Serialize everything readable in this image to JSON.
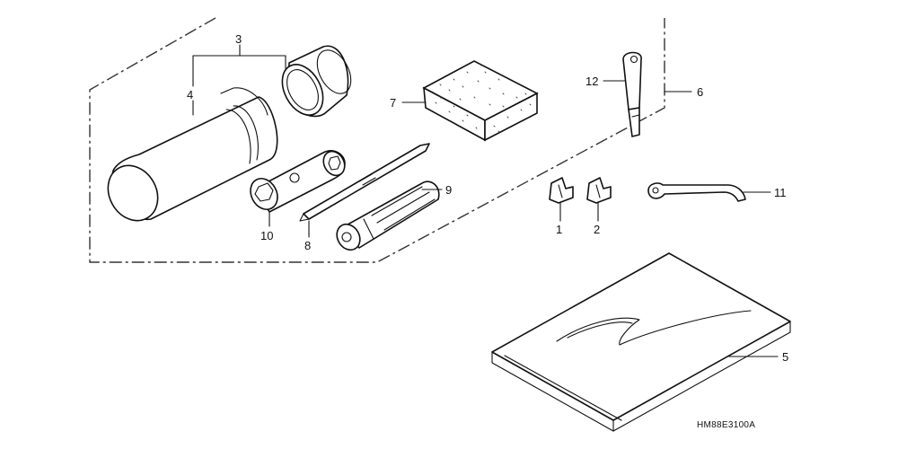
{
  "callouts": {
    "c1": "1",
    "c2": "2",
    "c3": "3",
    "c4": "4",
    "c5": "5",
    "c6": "6",
    "c7": "7",
    "c8": "8",
    "c9": "9",
    "c10": "10",
    "c11": "11",
    "c12": "12"
  },
  "diagram_code": "HM88E3100A"
}
